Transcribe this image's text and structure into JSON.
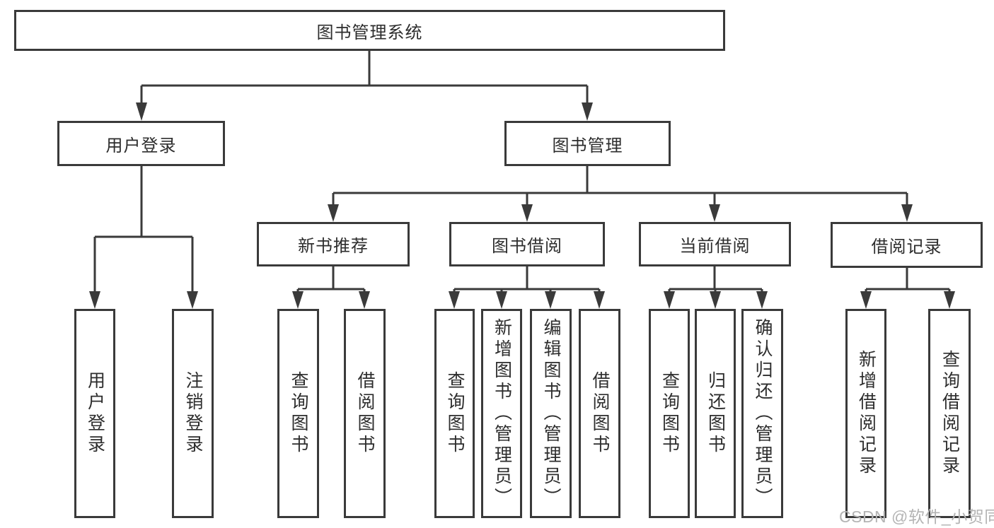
{
  "diagram": {
    "root": {
      "label": "图书管理系统"
    },
    "user_login_branch": {
      "label": "用户登录",
      "children": [
        {
          "label": "用户登录"
        },
        {
          "label": "注销登录"
        }
      ]
    },
    "book_management_branch": {
      "label": "图书管理",
      "sections": [
        {
          "label": "新书推荐",
          "children": [
            {
              "label": "查询图书"
            },
            {
              "label": "借阅图书"
            }
          ]
        },
        {
          "label": "图书借阅",
          "children": [
            {
              "label": "查询图书"
            },
            {
              "label": "新增图书（管理员）"
            },
            {
              "label": "编辑图书（管理员）"
            },
            {
              "label": "借阅图书"
            }
          ]
        },
        {
          "label": "当前借阅",
          "children": [
            {
              "label": "查询图书"
            },
            {
              "label": "归还图书"
            },
            {
              "label": "确认归还（管理员）"
            }
          ]
        },
        {
          "label": "借阅记录",
          "children": [
            {
              "label": "新增借阅记录"
            },
            {
              "label": "查询借阅记录"
            }
          ]
        }
      ]
    }
  },
  "watermark": {
    "text": "CSDN @软件_小贺同学"
  },
  "colors": {
    "line": "#3a3a3a",
    "text": "#2d2d2d",
    "watermark": "#b4b4b4",
    "background": "#ffffff"
  }
}
